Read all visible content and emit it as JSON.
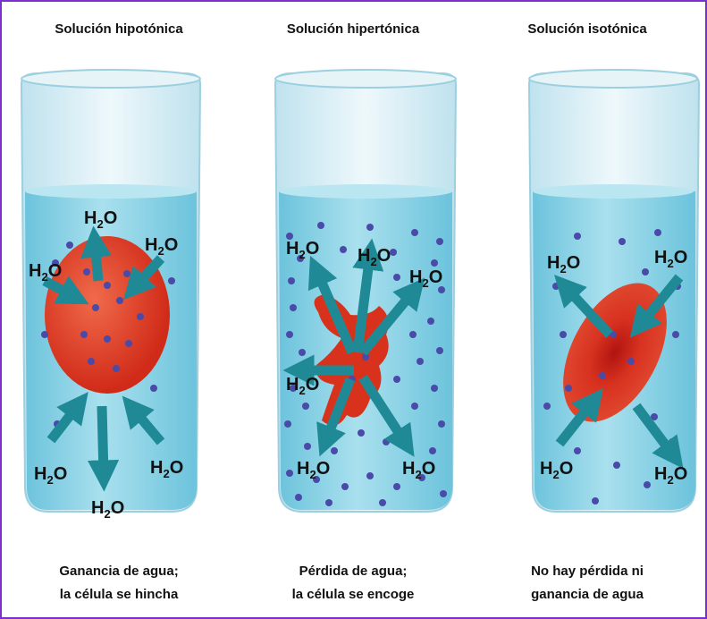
{
  "panels": [
    {
      "title": "Solución hipotónica",
      "caption_line1": "Ganancia de agua;",
      "caption_line2": "la célula se hincha",
      "cell_shape": "swollen-round",
      "water_direction": "inward"
    },
    {
      "title": "Solución hipertónica",
      "caption_line1": "Pérdida  de agua;",
      "caption_line2": "la célula se encoge",
      "cell_shape": "shrunken-crenated",
      "water_direction": "outward"
    },
    {
      "title": "Solución isotónica",
      "caption_line1": "No hay pérdida ni",
      "caption_line2": "ganancia de agua",
      "cell_shape": "normal-biconcave",
      "water_direction": "balanced"
    }
  ],
  "molecule_label": "H2O",
  "colors": {
    "frame": "#7b2fd0",
    "water": "#8fd2e6",
    "glass": "#d8eef5",
    "cell": "#e0432a",
    "arrow": "#1f8a96",
    "solute": "#4a4aa8"
  }
}
